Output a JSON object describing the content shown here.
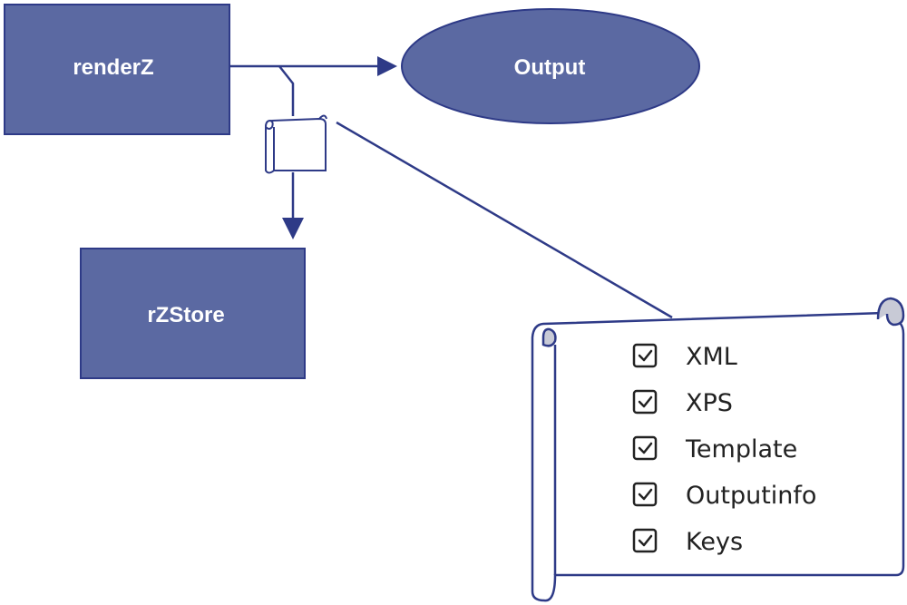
{
  "colors": {
    "node_fill": "#5b69a2",
    "node_stroke": "#2e3a87",
    "line": "#2e3a87",
    "scroll_stroke": "#2e3a87",
    "scroll_curl": "#c8cad6",
    "check_stroke": "#222222"
  },
  "nodes": {
    "renderz": {
      "label": "renderZ"
    },
    "output": {
      "label": "Output"
    },
    "rzstore": {
      "label": "rZStore"
    }
  },
  "scroll_icon": "document-scroll-icon",
  "checklist": {
    "items": [
      {
        "label": "XML",
        "checked": true
      },
      {
        "label": "XPS",
        "checked": true
      },
      {
        "label": "Template",
        "checked": true
      },
      {
        "label": "Outputinfo",
        "checked": true
      },
      {
        "label": "Keys",
        "checked": true
      }
    ]
  }
}
